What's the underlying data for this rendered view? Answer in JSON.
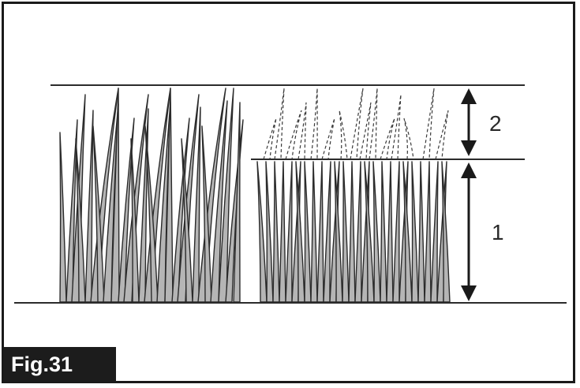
{
  "figure": {
    "label": "Fig.31"
  },
  "callouts": {
    "height_1": "1",
    "height_2": "2"
  },
  "colors": {
    "frame": "#1a1a1a",
    "grass_fill": "#b5b5b5",
    "grass_outline": "#2b2b2b",
    "clipping_outline": "#3a3a3a",
    "label_bg": "#1c1c1c",
    "label_text": "#ffffff"
  }
}
